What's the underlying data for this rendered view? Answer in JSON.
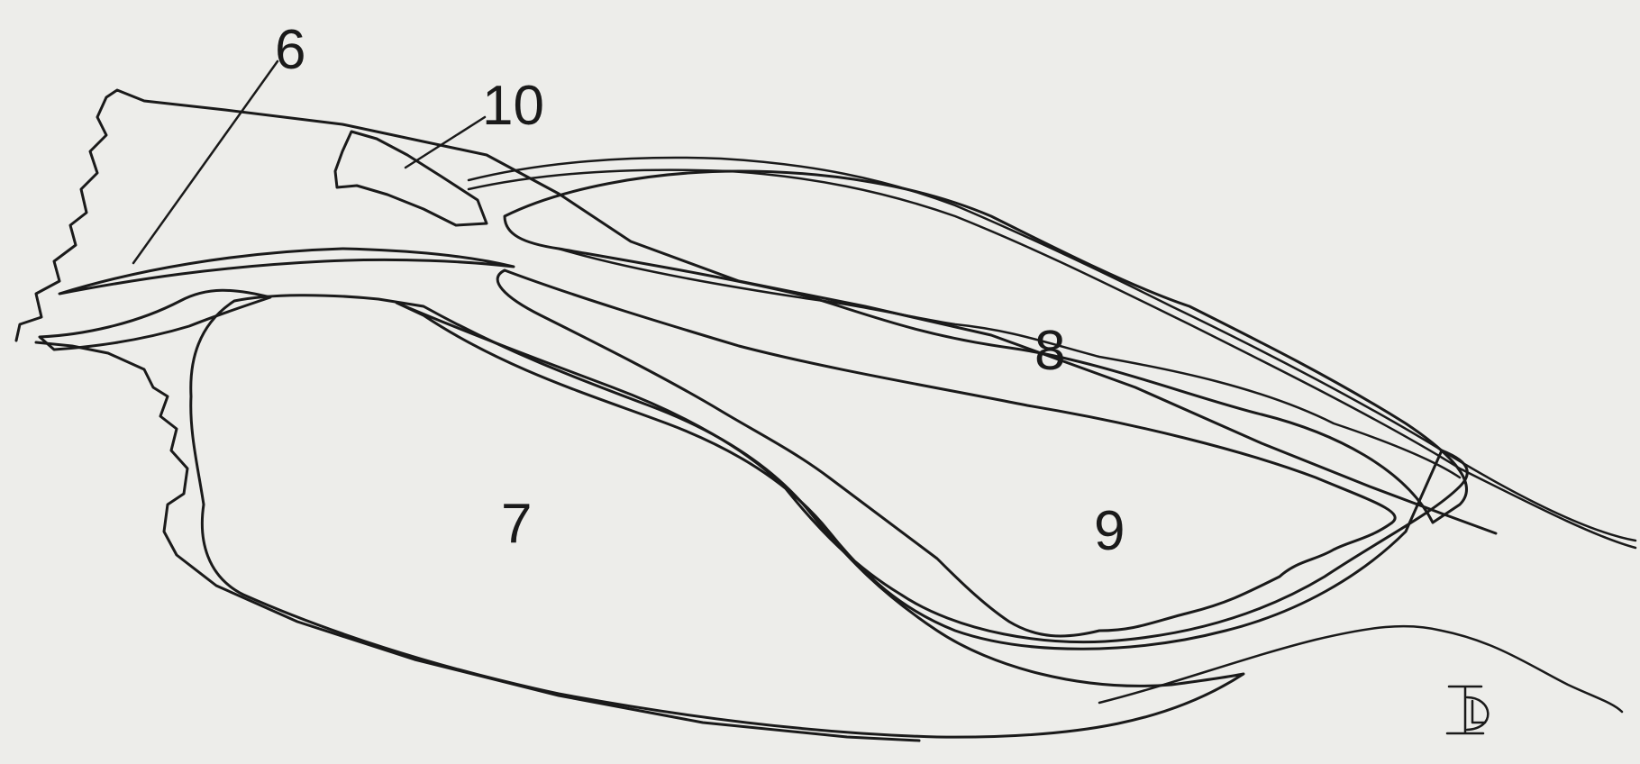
{
  "diagram": {
    "labels": {
      "six": "6",
      "seven": "7",
      "eight": "8",
      "nine": "9",
      "ten": "10"
    },
    "signature_mark": "ID",
    "colors": {
      "ink": "#1a1a1a",
      "paper": "#ededea"
    }
  }
}
